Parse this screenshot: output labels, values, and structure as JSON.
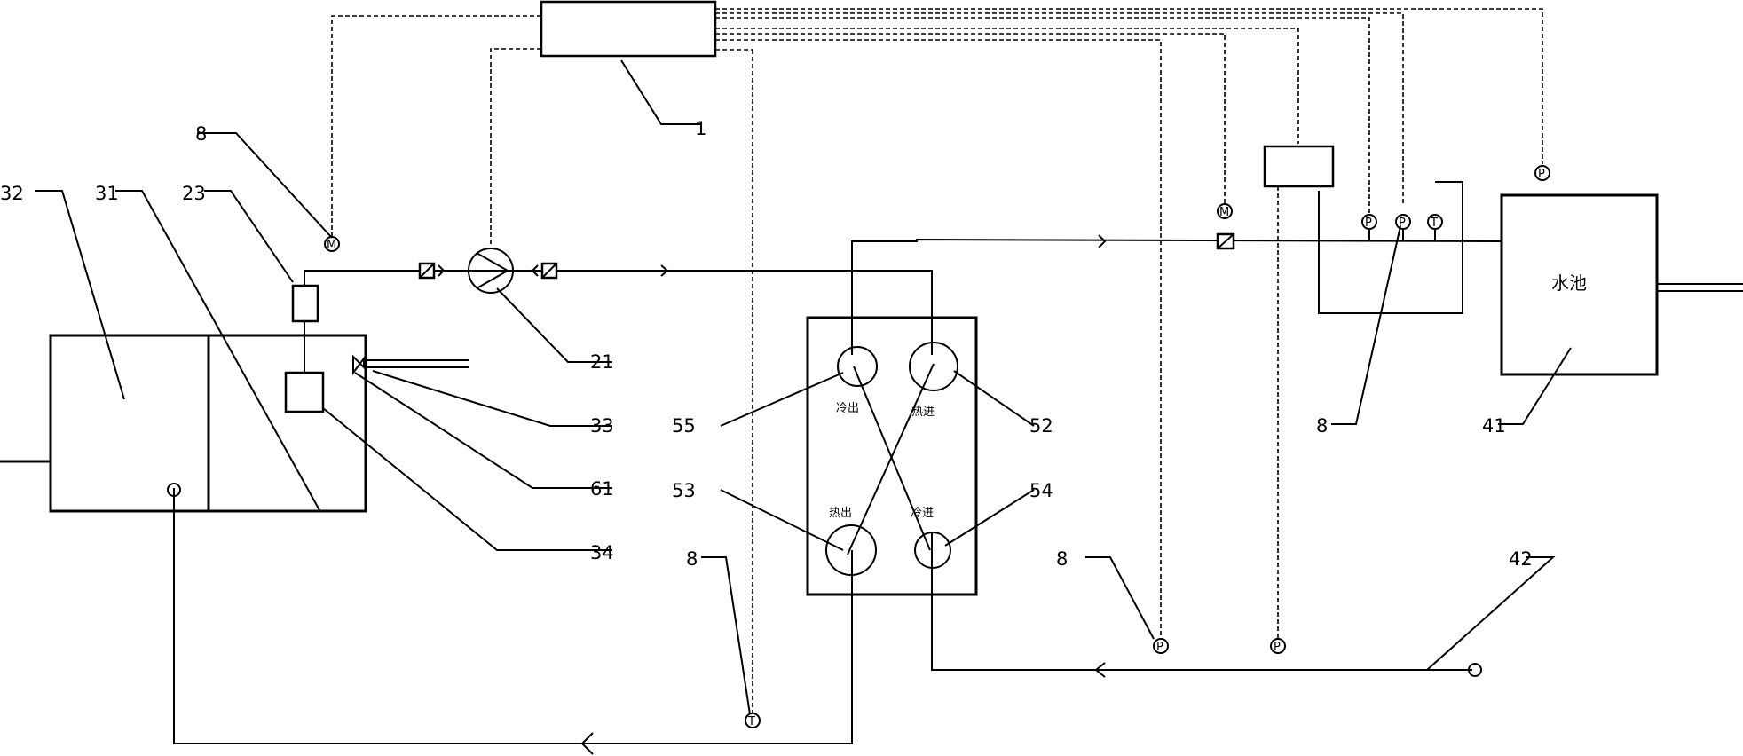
{
  "labels": {
    "controller": "1",
    "sensor": "8",
    "pump": "21",
    "sensor_box": "23",
    "tank_right": "31",
    "tank_left": "32",
    "nozzle": "33",
    "float_box": "34",
    "pool": "41",
    "supply_pipe": "42",
    "exchanger_port_tr": "52",
    "exchanger_port_bl": "53",
    "exchanger_port_br": "54",
    "exchanger_port_tl": "55",
    "nozzle_valve": "61"
  },
  "pool_text": "水池",
  "port_texts": {
    "tl": "冷出",
    "tr": "热进",
    "bl": "热出",
    "br": "冷进"
  },
  "gauge_marks": {
    "temperature": "T",
    "pressure": "P",
    "flow": "M"
  }
}
